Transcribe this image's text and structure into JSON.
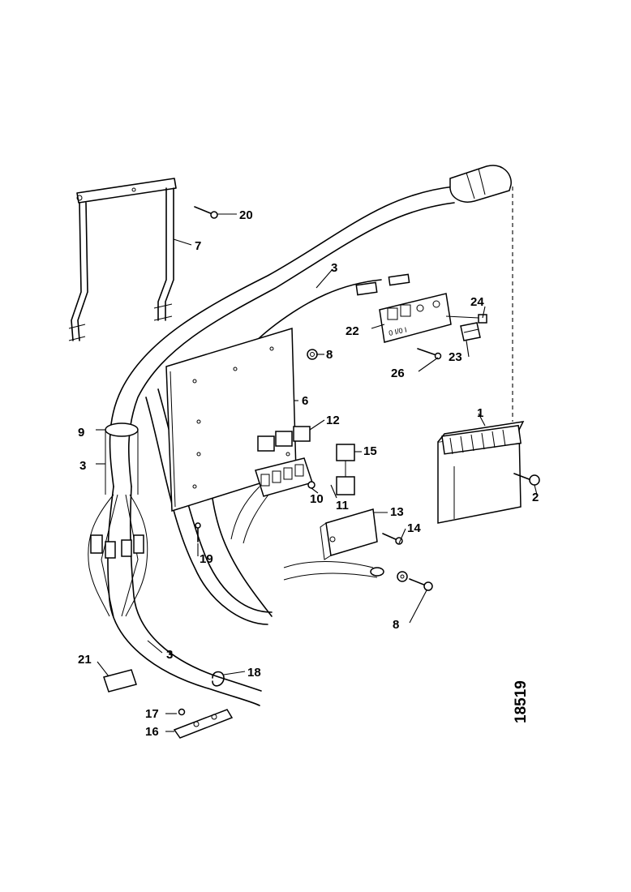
{
  "drawing_number": "18519",
  "callouts": [
    "1",
    "2",
    "3",
    "3",
    "3",
    "6",
    "7",
    "8",
    "8",
    "9",
    "10",
    "11",
    "12",
    "13",
    "14",
    "15",
    "16",
    "17",
    "18",
    "19",
    "20",
    "21",
    "22",
    "23",
    "24",
    "26"
  ],
  "panel_marking": "0 I/0 I",
  "colors": {
    "ink": "#000000",
    "paper": "#ffffff"
  }
}
